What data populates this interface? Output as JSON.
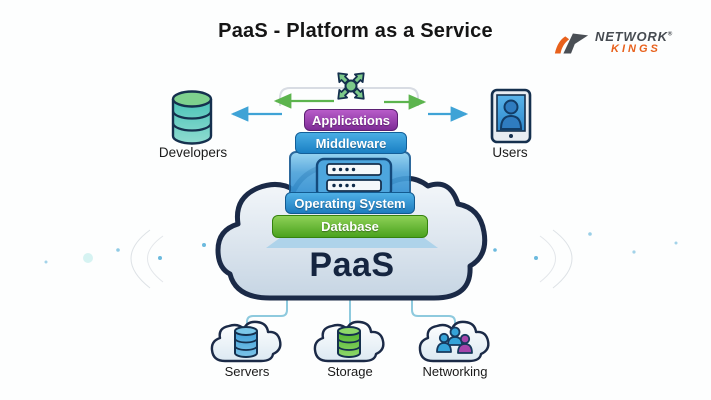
{
  "title": "PaaS - Platform as a Service",
  "logo": {
    "line1": "NETWORK",
    "registered": "®",
    "line2": "KINGS"
  },
  "left_actor": {
    "label": "Developers",
    "icon": "database-cylinder-teal"
  },
  "right_actor": {
    "label": "Users",
    "icon": "tablet-user"
  },
  "stack": {
    "applications": "Applications",
    "middleware": "Middleware",
    "server_icon": "server-rack",
    "operating_system": "Operating System",
    "database": "Database",
    "cloud_label": "PaaS"
  },
  "resources": {
    "servers": "Servers",
    "storage": "Storage",
    "networking": "Networking"
  },
  "colors": {
    "applications_purple": "#8e3aa6",
    "middleware_blue": "#1f8dd6",
    "os_blue": "#2788cc",
    "database_green": "#5cb832",
    "arrow_green": "#5cb44e",
    "arrow_blue": "#3fa3d6",
    "cloud_outline": "#1b2a47",
    "connector_blue": "#8ecade",
    "logo_orange": "#e8611c",
    "logo_gray": "#464b51"
  }
}
